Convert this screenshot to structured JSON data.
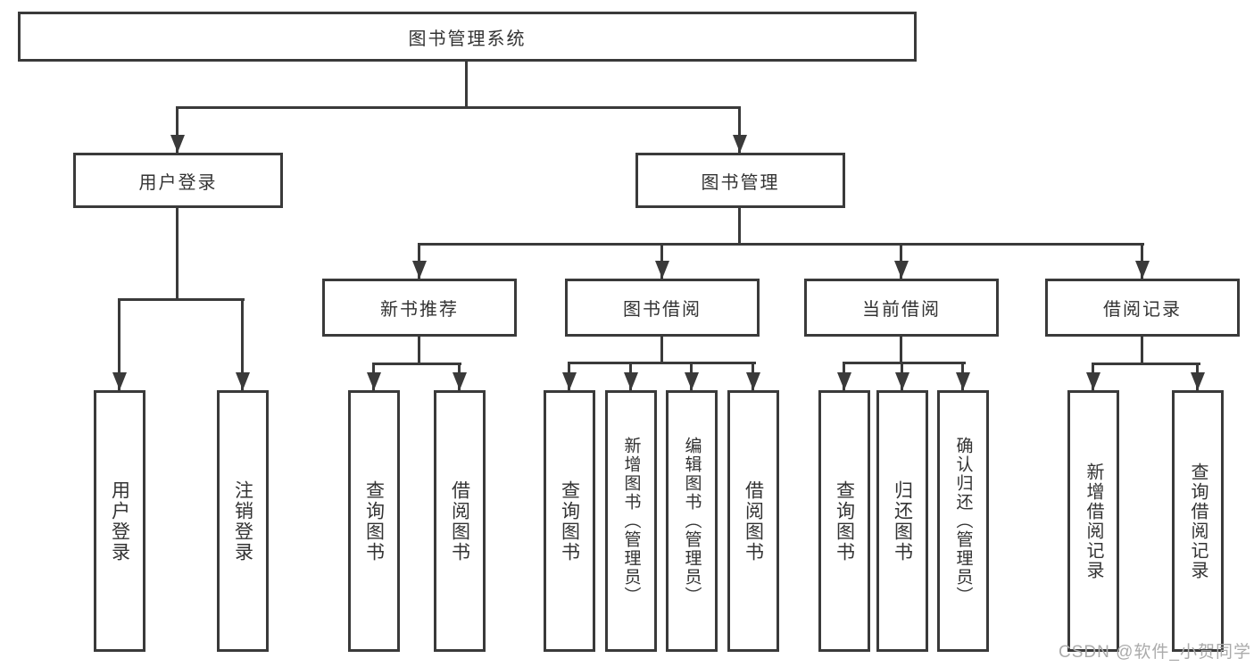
{
  "diagram": {
    "root": {
      "label": "图书管理系统"
    },
    "level2": [
      {
        "label": "用户登录",
        "parent": "图书管理系统"
      },
      {
        "label": "图书管理",
        "parent": "图书管理系统"
      }
    ],
    "level3": [
      {
        "label": "新书推荐",
        "parent": "图书管理"
      },
      {
        "label": "图书借阅",
        "parent": "图书管理"
      },
      {
        "label": "当前借阅",
        "parent": "图书管理"
      },
      {
        "label": "借阅记录",
        "parent": "图书管理"
      }
    ],
    "leaves": [
      {
        "label": "用户登录",
        "group": "用户登录"
      },
      {
        "label": "注销登录",
        "group": "用户登录"
      },
      {
        "label": "查询图书",
        "group": "新书推荐"
      },
      {
        "label": "借阅图书",
        "group": "新书推荐"
      },
      {
        "label": "查询图书",
        "group": "图书借阅"
      },
      {
        "label": "新增图书（管理员）",
        "group": "图书借阅"
      },
      {
        "label": "编辑图书（管理员）",
        "group": "图书借阅"
      },
      {
        "label": "借阅图书",
        "group": "图书借阅"
      },
      {
        "label": "查询图书",
        "group": "当前借阅"
      },
      {
        "label": "归还图书",
        "group": "当前借阅"
      },
      {
        "label": "确认归还（管理员）",
        "group": "当前借阅"
      },
      {
        "label": "新增借阅记录",
        "group": "借阅记录"
      },
      {
        "label": "查询借阅记录",
        "group": "借阅记录"
      }
    ]
  },
  "watermark": {
    "text": "CSDN @软件_小贺同学"
  },
  "colors": {
    "line": "#3a3a3a",
    "text": "#333333",
    "background": "#ffffff",
    "watermark": "#ababab"
  }
}
